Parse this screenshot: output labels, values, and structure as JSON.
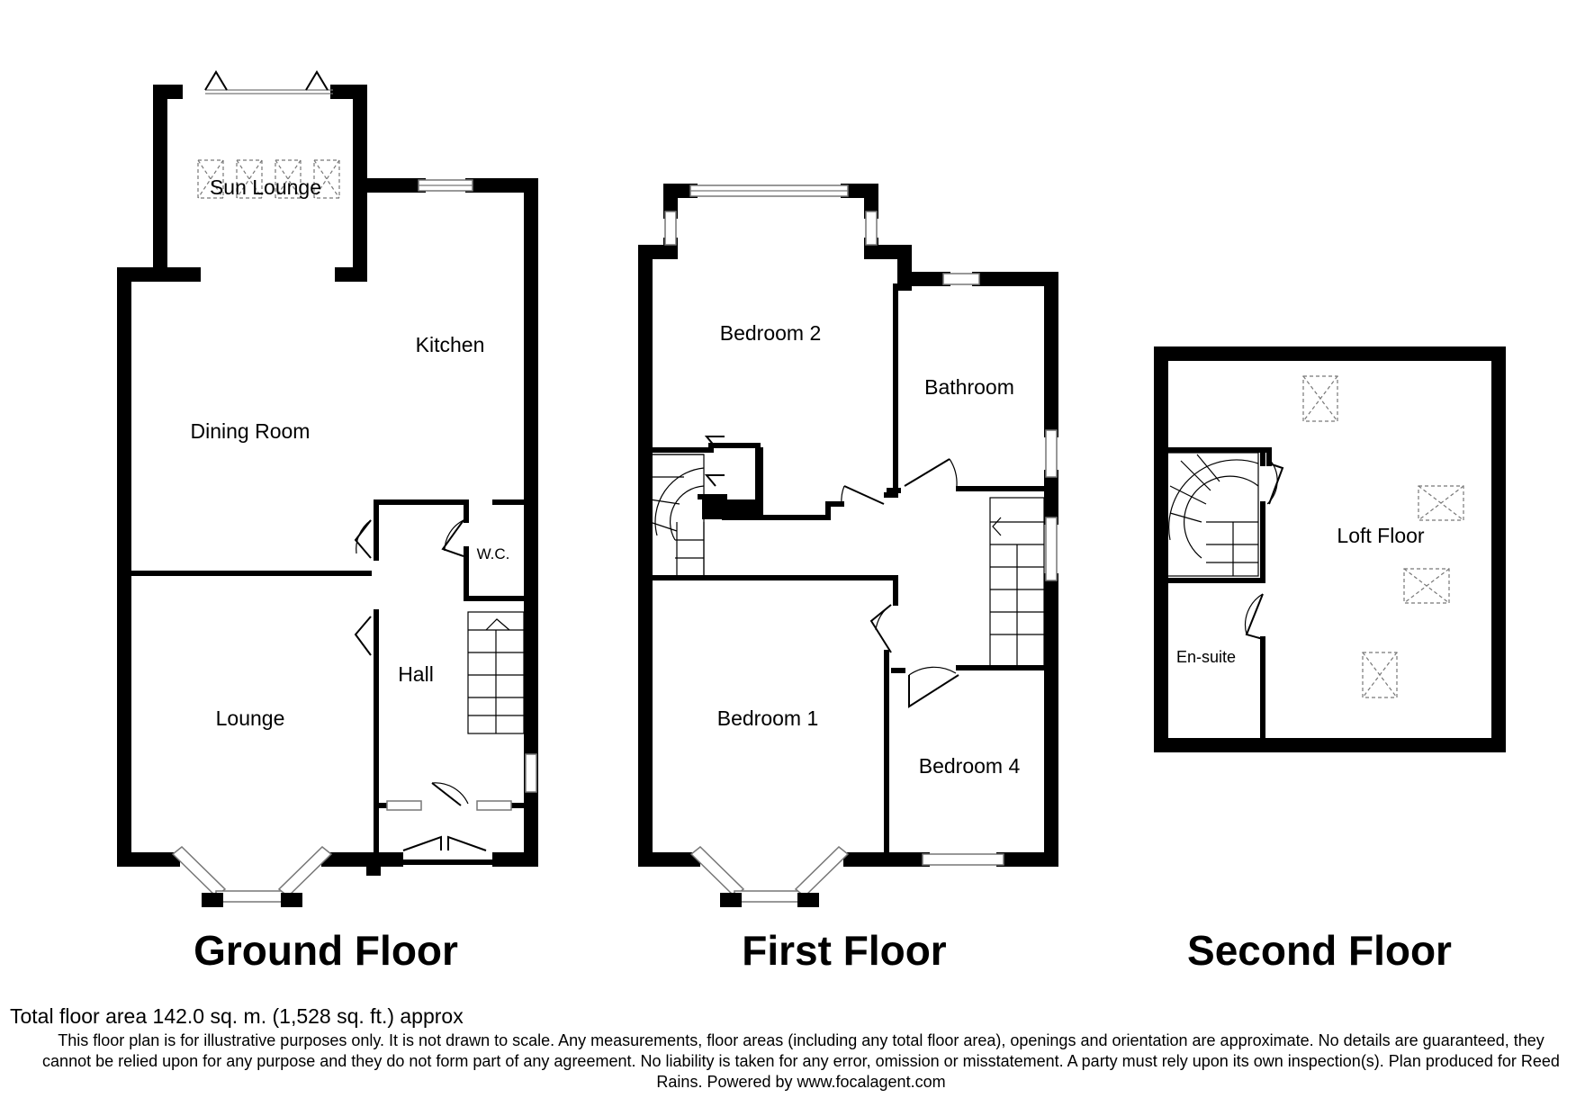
{
  "floors": {
    "ground": {
      "title": "Ground Floor",
      "rooms": {
        "sun_lounge": "Sun Lounge",
        "kitchen": "Kitchen",
        "dining_room": "Dining Room",
        "wc": "W.C.",
        "hall": "Hall",
        "lounge": "Lounge"
      }
    },
    "first": {
      "title": "First Floor",
      "rooms": {
        "bedroom_2": "Bedroom 2",
        "bathroom": "Bathroom",
        "bedroom_1": "Bedroom 1",
        "bedroom_4": "Bedroom 4"
      }
    },
    "second": {
      "title": "Second Floor",
      "rooms": {
        "loft_floor": "Loft Floor",
        "en_suite": "En-suite"
      }
    }
  },
  "footer": {
    "total_area": "Total floor area 142.0 sq. m. (1,528 sq. ft.) approx",
    "disclaimer": "This floor plan is for illustrative purposes only. It is not drawn to scale. Any measurements, floor areas (including any total floor area), openings and orientation are approximate. No details are guaranteed, they cannot be relied upon for any purpose and they do not form part of any agreement. No liability is taken for any error, omission or misstatement. A party must rely upon its own inspection(s). Plan produced for Reed Rains. Powered by www.focalagent.com"
  },
  "colors": {
    "wall": "#000000",
    "window": "#888888",
    "background": "#ffffff"
  }
}
